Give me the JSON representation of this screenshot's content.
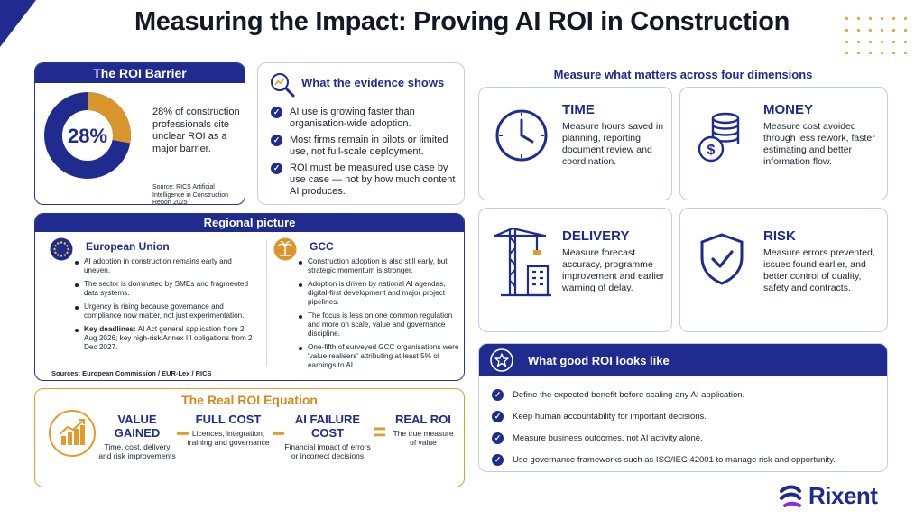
{
  "title": "Measuring the Impact: Proving AI ROI in Construction",
  "roi_barrier": {
    "header": "The ROI Barrier",
    "percent": "28%",
    "percent_value": 0.28,
    "text": "28% of construction professionals cite unclear ROI as a major barrier.",
    "source": "Source: RICS Artificial Intelligence in Construction Report 2025"
  },
  "evidence": {
    "header": "What the evidence shows",
    "items": [
      "AI use is growing faster than organisation-wide adoption.",
      "Most firms remain in pilots or limited use, not full-scale deployment.",
      "ROI must be measured use case by use case — not by how much content AI produces."
    ]
  },
  "regional": {
    "header": "Regional picture",
    "eu": {
      "title": "European Union",
      "items": [
        "AI adoption in construction remains early and uneven.",
        "The sector is dominated by SMEs and fragmented data systems.",
        "Urgency is rising because governance and compliance now matter, not just experimentation."
      ],
      "deadline_label": "Key deadlines:",
      "deadline_text": "AI Act general application from 2 Aug 2026; key high-risk Annex III obligations from 2 Dec 2027."
    },
    "gcc": {
      "title": "GCC",
      "items": [
        "Construction adoption is also still early, but strategic momentum is stronger.",
        "Adoption is driven by national AI agendas, digital-first development and major project pipelines.",
        "The focus is less on one common regulation and more on scale, value and governance discipline.",
        "One-fifth of surveyed GCC organisations were 'value realisers' attributing at least 5% of earnings to AI."
      ]
    },
    "sources": "Sources: European Commission / EUR-Lex / RICS"
  },
  "equation": {
    "header": "The Real ROI Equation",
    "terms": [
      {
        "big": "VALUE GAINED",
        "sub": "Time, cost, delivery and risk improvements"
      },
      {
        "big": "FULL COST",
        "sub": "Licences, integration, training and governance"
      },
      {
        "big": "AI FAILURE COST",
        "sub": "Financial impact of errors or incorrect decisions"
      },
      {
        "big": "REAL ROI",
        "sub": "The true measure of value"
      }
    ],
    "ops": [
      "−",
      "−",
      "="
    ]
  },
  "dimensions": {
    "header": "Measure what matters across four dimensions",
    "items": [
      {
        "title": "TIME",
        "desc": "Measure hours saved in planning, reporting, document review and coordination.",
        "icon": "clock-icon"
      },
      {
        "title": "MONEY",
        "desc": "Measure cost avoided through less rework, faster estimating and better information flow.",
        "icon": "coins-icon"
      },
      {
        "title": "DELIVERY",
        "desc": "Measure forecast accuracy, programme improvement and earlier warning of delay.",
        "icon": "crane-icon"
      },
      {
        "title": "RISK",
        "desc": "Measure errors prevented, issues found earlier, and better control of quality, safety and contracts.",
        "icon": "shield-icon"
      }
    ]
  },
  "good_roi": {
    "header": "What good ROI looks like",
    "items": [
      "Define the expected benefit before scaling any AI application.",
      "Keep human accountability for important decisions.",
      "Measure business outcomes, not AI activity alone.",
      "Use governance frameworks such as ISO/IEC 42001 to manage risk and opportunity."
    ]
  },
  "logo": {
    "text": "Rixent"
  },
  "colors": {
    "navy": "#1f2b8f",
    "orange": "#e49a2c"
  }
}
